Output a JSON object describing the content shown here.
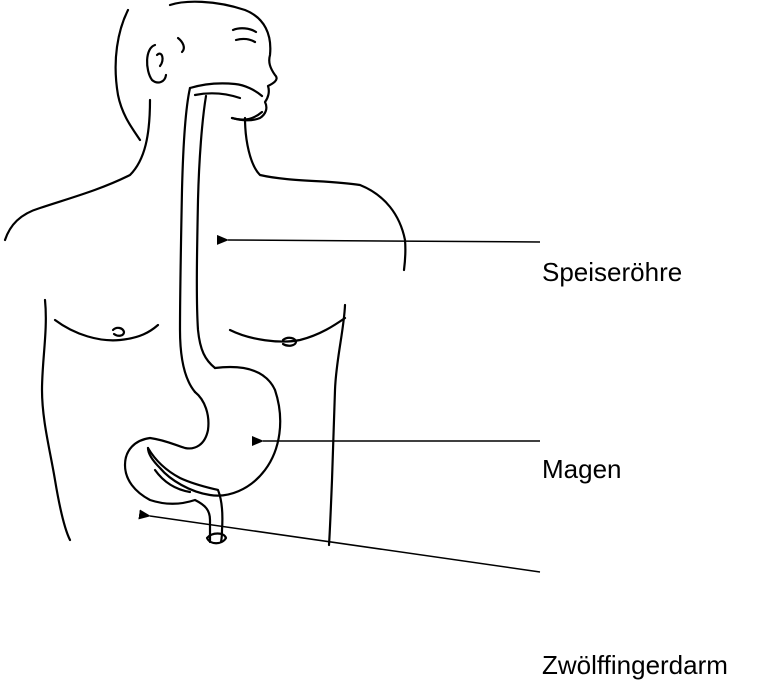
{
  "labels": {
    "esophagus": "Speiseröhre",
    "stomach": "Magen",
    "duodenum": "Zwölffingerdarm"
  }
}
